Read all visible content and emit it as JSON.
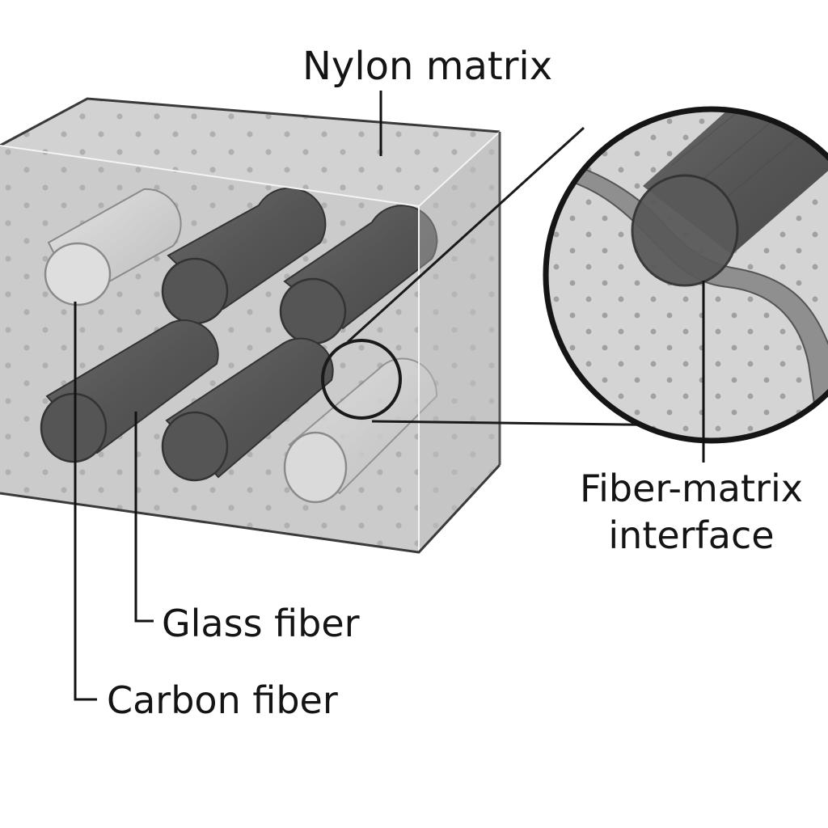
{
  "diagram": {
    "labels": {
      "nylon_matrix": "Nylon matrix",
      "glass_fiber": "Glass fiber",
      "carbon_fiber": "Carbon fiber",
      "interface_line1": "Fiber-matrix",
      "interface_line2": "interface"
    },
    "colors": {
      "background": "#ffffff",
      "matrix_front": "#c9c9c9",
      "matrix_top": "#d2d2d2",
      "matrix_side": "#c2c2c2",
      "carbon_fiber": "#5a5a5a",
      "carbon_fiber_end": "#4e4e4e",
      "glass_fiber": "#d4d4d4",
      "glass_fiber_end": "#e0e0e0",
      "outline": "#2a2a2a",
      "dots": "#9a9a9a",
      "interface_band": "#8a8a8a"
    }
  }
}
